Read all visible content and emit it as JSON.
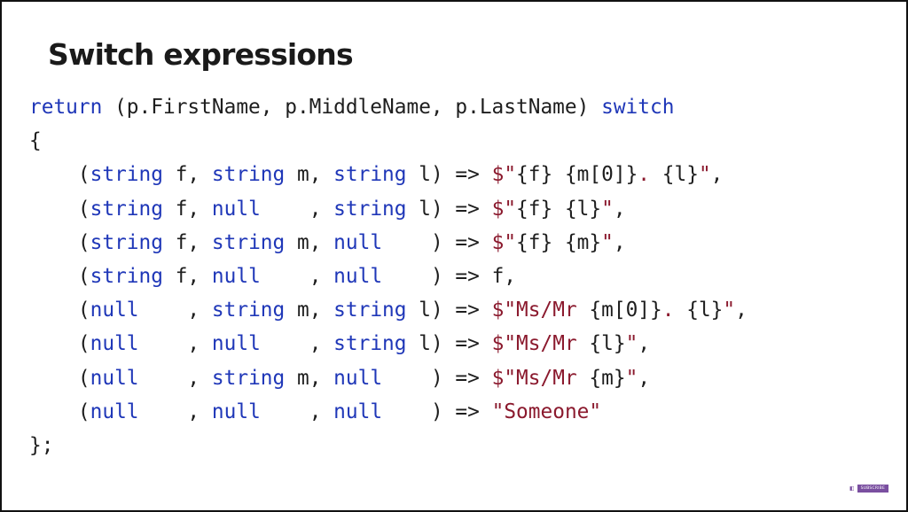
{
  "slide": {
    "title": "Switch expressions"
  },
  "code": {
    "colors": {
      "keyword": "#1f37b8",
      "string": "#8b1a2e",
      "plain": "#1e1e1e"
    },
    "lines": [
      [
        {
          "t": "return",
          "c": "kw"
        },
        {
          "t": " (p.FirstName, p.MiddleName, p.LastName) ",
          "c": "pl"
        },
        {
          "t": "switch",
          "c": "kw"
        }
      ],
      [
        {
          "t": "{",
          "c": "pl"
        }
      ],
      [
        {
          "t": "    (",
          "c": "pl"
        },
        {
          "t": "string",
          "c": "kw"
        },
        {
          "t": " f, ",
          "c": "pl"
        },
        {
          "t": "string",
          "c": "kw"
        },
        {
          "t": " m, ",
          "c": "pl"
        },
        {
          "t": "string",
          "c": "kw"
        },
        {
          "t": " l) => ",
          "c": "pl"
        },
        {
          "t": "$\"",
          "c": "str"
        },
        {
          "t": "{f} {m[0]}",
          "c": "pl"
        },
        {
          "t": ". ",
          "c": "str"
        },
        {
          "t": "{l}",
          "c": "pl"
        },
        {
          "t": "\"",
          "c": "str"
        },
        {
          "t": ",",
          "c": "pl"
        }
      ],
      [
        {
          "t": "    (",
          "c": "pl"
        },
        {
          "t": "string",
          "c": "kw"
        },
        {
          "t": " f, ",
          "c": "pl"
        },
        {
          "t": "null",
          "c": "kw"
        },
        {
          "t": "    , ",
          "c": "pl"
        },
        {
          "t": "string",
          "c": "kw"
        },
        {
          "t": " l) => ",
          "c": "pl"
        },
        {
          "t": "$\"",
          "c": "str"
        },
        {
          "t": "{f} {l}",
          "c": "pl"
        },
        {
          "t": "\"",
          "c": "str"
        },
        {
          "t": ",",
          "c": "pl"
        }
      ],
      [
        {
          "t": "    (",
          "c": "pl"
        },
        {
          "t": "string",
          "c": "kw"
        },
        {
          "t": " f, ",
          "c": "pl"
        },
        {
          "t": "string",
          "c": "kw"
        },
        {
          "t": " m, ",
          "c": "pl"
        },
        {
          "t": "null",
          "c": "kw"
        },
        {
          "t": "    ) => ",
          "c": "pl"
        },
        {
          "t": "$\"",
          "c": "str"
        },
        {
          "t": "{f} {m}",
          "c": "pl"
        },
        {
          "t": "\"",
          "c": "str"
        },
        {
          "t": ",",
          "c": "pl"
        }
      ],
      [
        {
          "t": "    (",
          "c": "pl"
        },
        {
          "t": "string",
          "c": "kw"
        },
        {
          "t": " f, ",
          "c": "pl"
        },
        {
          "t": "null",
          "c": "kw"
        },
        {
          "t": "    , ",
          "c": "pl"
        },
        {
          "t": "null",
          "c": "kw"
        },
        {
          "t": "    ) => f,",
          "c": "pl"
        }
      ],
      [
        {
          "t": "    (",
          "c": "pl"
        },
        {
          "t": "null",
          "c": "kw"
        },
        {
          "t": "    , ",
          "c": "pl"
        },
        {
          "t": "string",
          "c": "kw"
        },
        {
          "t": " m, ",
          "c": "pl"
        },
        {
          "t": "string",
          "c": "kw"
        },
        {
          "t": " l) => ",
          "c": "pl"
        },
        {
          "t": "$\"Ms/Mr ",
          "c": "str"
        },
        {
          "t": "{m[0]}",
          "c": "pl"
        },
        {
          "t": ". ",
          "c": "str"
        },
        {
          "t": "{l}",
          "c": "pl"
        },
        {
          "t": "\"",
          "c": "str"
        },
        {
          "t": ",",
          "c": "pl"
        }
      ],
      [
        {
          "t": "    (",
          "c": "pl"
        },
        {
          "t": "null",
          "c": "kw"
        },
        {
          "t": "    , ",
          "c": "pl"
        },
        {
          "t": "null",
          "c": "kw"
        },
        {
          "t": "    , ",
          "c": "pl"
        },
        {
          "t": "string",
          "c": "kw"
        },
        {
          "t": " l) => ",
          "c": "pl"
        },
        {
          "t": "$\"Ms/Mr ",
          "c": "str"
        },
        {
          "t": "{l}",
          "c": "pl"
        },
        {
          "t": "\"",
          "c": "str"
        },
        {
          "t": ",",
          "c": "pl"
        }
      ],
      [
        {
          "t": "    (",
          "c": "pl"
        },
        {
          "t": "null",
          "c": "kw"
        },
        {
          "t": "    , ",
          "c": "pl"
        },
        {
          "t": "string",
          "c": "kw"
        },
        {
          "t": " m, ",
          "c": "pl"
        },
        {
          "t": "null",
          "c": "kw"
        },
        {
          "t": "    ) => ",
          "c": "pl"
        },
        {
          "t": "$\"Ms/Mr ",
          "c": "str"
        },
        {
          "t": "{m}",
          "c": "pl"
        },
        {
          "t": "\"",
          "c": "str"
        },
        {
          "t": ",",
          "c": "pl"
        }
      ],
      [
        {
          "t": "    (",
          "c": "pl"
        },
        {
          "t": "null",
          "c": "kw"
        },
        {
          "t": "    , ",
          "c": "pl"
        },
        {
          "t": "null",
          "c": "kw"
        },
        {
          "t": "    , ",
          "c": "pl"
        },
        {
          "t": "null",
          "c": "kw"
        },
        {
          "t": "    ) => ",
          "c": "pl"
        },
        {
          "t": "\"Someone\"",
          "c": "str"
        }
      ],
      [
        {
          "t": "};",
          "c": "pl"
        }
      ]
    ]
  },
  "subscribe_badge": {
    "icon": "logo-icon",
    "label": "SUBSCRIBE"
  }
}
